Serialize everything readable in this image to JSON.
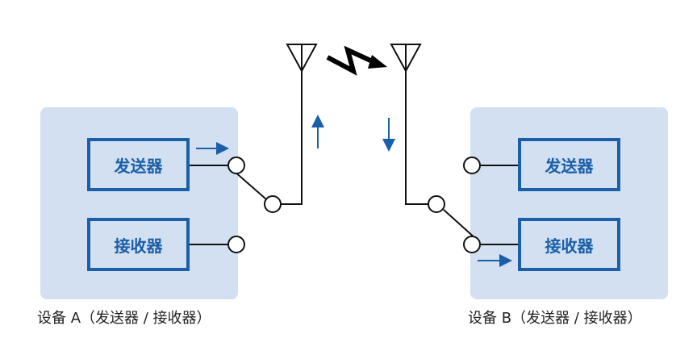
{
  "diagram": {
    "type": "half-duplex-radio-transceiver",
    "device_a": {
      "label": "设备 A（发送器 / 接收器）",
      "transmitter_label": "发送器",
      "receiver_label": "接收器",
      "switch_position": "transmitter",
      "signal_direction": "outgoing"
    },
    "device_b": {
      "label": "设备 B（发送器 / 接收器）",
      "transmitter_label": "发送器",
      "receiver_label": "接收器",
      "switch_position": "receiver",
      "signal_direction": "incoming"
    },
    "wireless_link": {
      "direction": "A-to-B",
      "icon": "lightning-bolt-arrow-icon"
    },
    "colors": {
      "panel": "#d3e0f1",
      "accent": "#1a5fa8",
      "line": "#111111"
    }
  }
}
